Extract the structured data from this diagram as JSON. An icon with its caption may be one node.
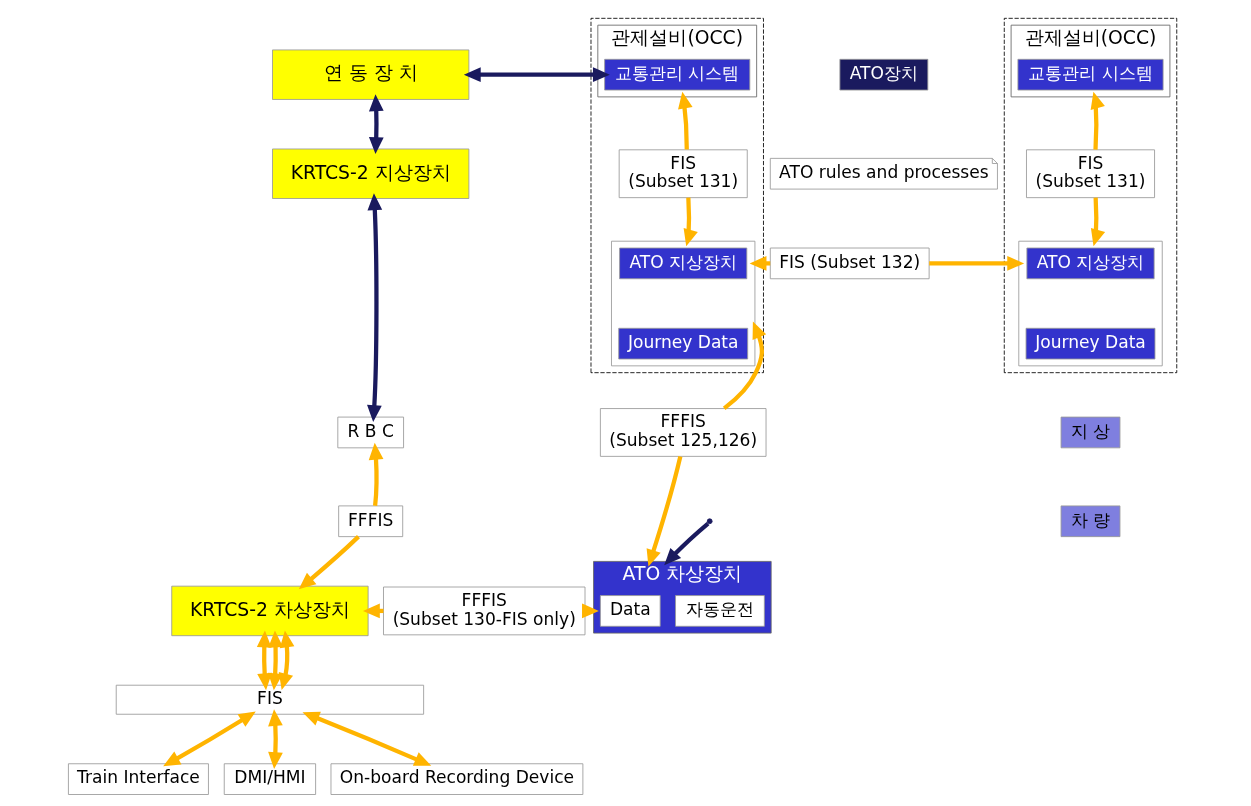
{
  "diagram": {
    "nodes": [
      {
        "text": [
          "연 동 장 치"
        ]
      },
      {
        "text": [
          "KRTCS-2 지상장치"
        ]
      },
      {
        "text": [
          "R B C"
        ]
      },
      {
        "text": [
          "FFFIS"
        ]
      },
      {
        "text": [
          "KRTCS-2 차상장치"
        ]
      },
      {
        "text": [
          "FIS"
        ]
      },
      {
        "text": [
          "Train Interface"
        ]
      },
      {
        "text": [
          "DMI/HMI"
        ]
      },
      {
        "text": [
          "On-board Recording Device"
        ]
      },
      {
        "text": [
          "FFFIS",
          "(Subset 130-FIS only)"
        ]
      },
      {
        "text": [
          "ATO 차상장치"
        ]
      },
      {
        "text": [
          "Data"
        ],
        "in": 10
      },
      {
        "text": [
          "자동운전"
        ],
        "in": 10
      },
      {
        "text": [
          "ATO장치"
        ]
      },
      {
        "text": [
          "ATO rules and processes"
        ]
      },
      {
        "text": [],
        "shape": "box"
      },
      {
        "text": [
          "관제설비(OCC)"
        ],
        "in": 15
      },
      {
        "text": [
          "교통관리 시스템"
        ],
        "in": 16
      },
      {
        "text": [
          "FIS",
          "(Subset 131)"
        ],
        "in": 15
      },
      {
        "text": [],
        "shape": "box",
        "in": 15
      },
      {
        "text": [
          "ATO 지상장치"
        ],
        "in": 19
      },
      {
        "text": [
          "Journey Data"
        ],
        "in": 19
      },
      {
        "text": [
          "FIS (Subset 132)"
        ]
      },
      {
        "text": [],
        "shape": "box"
      },
      {
        "text": [
          "관제설비(OCC)"
        ],
        "in": 23
      },
      {
        "text": [
          "교통관리 시스템"
        ],
        "in": 24
      },
      {
        "text": [
          "FIS",
          "(Subset 131)"
        ],
        "in": 23
      },
      {
        "text": [],
        "shape": "box",
        "in": 23
      },
      {
        "text": [
          "ATO 지상장치"
        ],
        "in": 27
      },
      {
        "text": [
          "Journey Data"
        ],
        "in": 27
      },
      {
        "text": [
          "FFFIS",
          "(Subset 125,126)"
        ]
      },
      {
        "text": [
          "지 상"
        ]
      },
      {
        "text": [
          "차 량"
        ]
      }
    ],
    "edges": [
      {
        "from": 0,
        "to": 17,
        "arrow": "both",
        "color": "#1a1a5e"
      },
      {
        "from": 0,
        "to": 1,
        "arrow": "both",
        "color": "#1a1a5e"
      },
      {
        "from": 1,
        "to": 2,
        "arrow": "both",
        "color": "#1a1a5e"
      },
      {
        "from": 3,
        "to": 2,
        "arrow": "to"
      },
      {
        "from": 3,
        "to": 4,
        "arrow": "to"
      },
      {
        "from": 9,
        "to": 4,
        "arrow": "to"
      },
      {
        "from": 9,
        "to": 10,
        "arrow": "to"
      },
      {
        "from": null,
        "to": 10,
        "arrow": "to",
        "color": "#1a1a5e"
      },
      {
        "from": 4,
        "to": 5,
        "arrow": "both"
      },
      {
        "from": 4,
        "to": 5,
        "arrow": "both"
      },
      {
        "from": 4,
        "to": 5,
        "arrow": "both"
      },
      {
        "from": 5,
        "to": 6,
        "arrow": "both"
      },
      {
        "from": 5,
        "to": 7,
        "arrow": "both"
      },
      {
        "from": 5,
        "to": 8,
        "arrow": "both"
      },
      {
        "from": 18,
        "to": 16,
        "arrow": "to"
      },
      {
        "from": 18,
        "to": 19,
        "arrow": "to"
      },
      {
        "from": 22,
        "to": 19,
        "arrow": "to"
      },
      {
        "from": 22,
        "to": 27,
        "arrow": "to"
      },
      {
        "from": 26,
        "to": 24,
        "arrow": "to"
      },
      {
        "from": 26,
        "to": 27,
        "arrow": "to"
      },
      {
        "from": 30,
        "to": 19,
        "arrow": "to"
      },
      {
        "from": 30,
        "to": 10,
        "arrow": "to"
      }
    ]
  }
}
